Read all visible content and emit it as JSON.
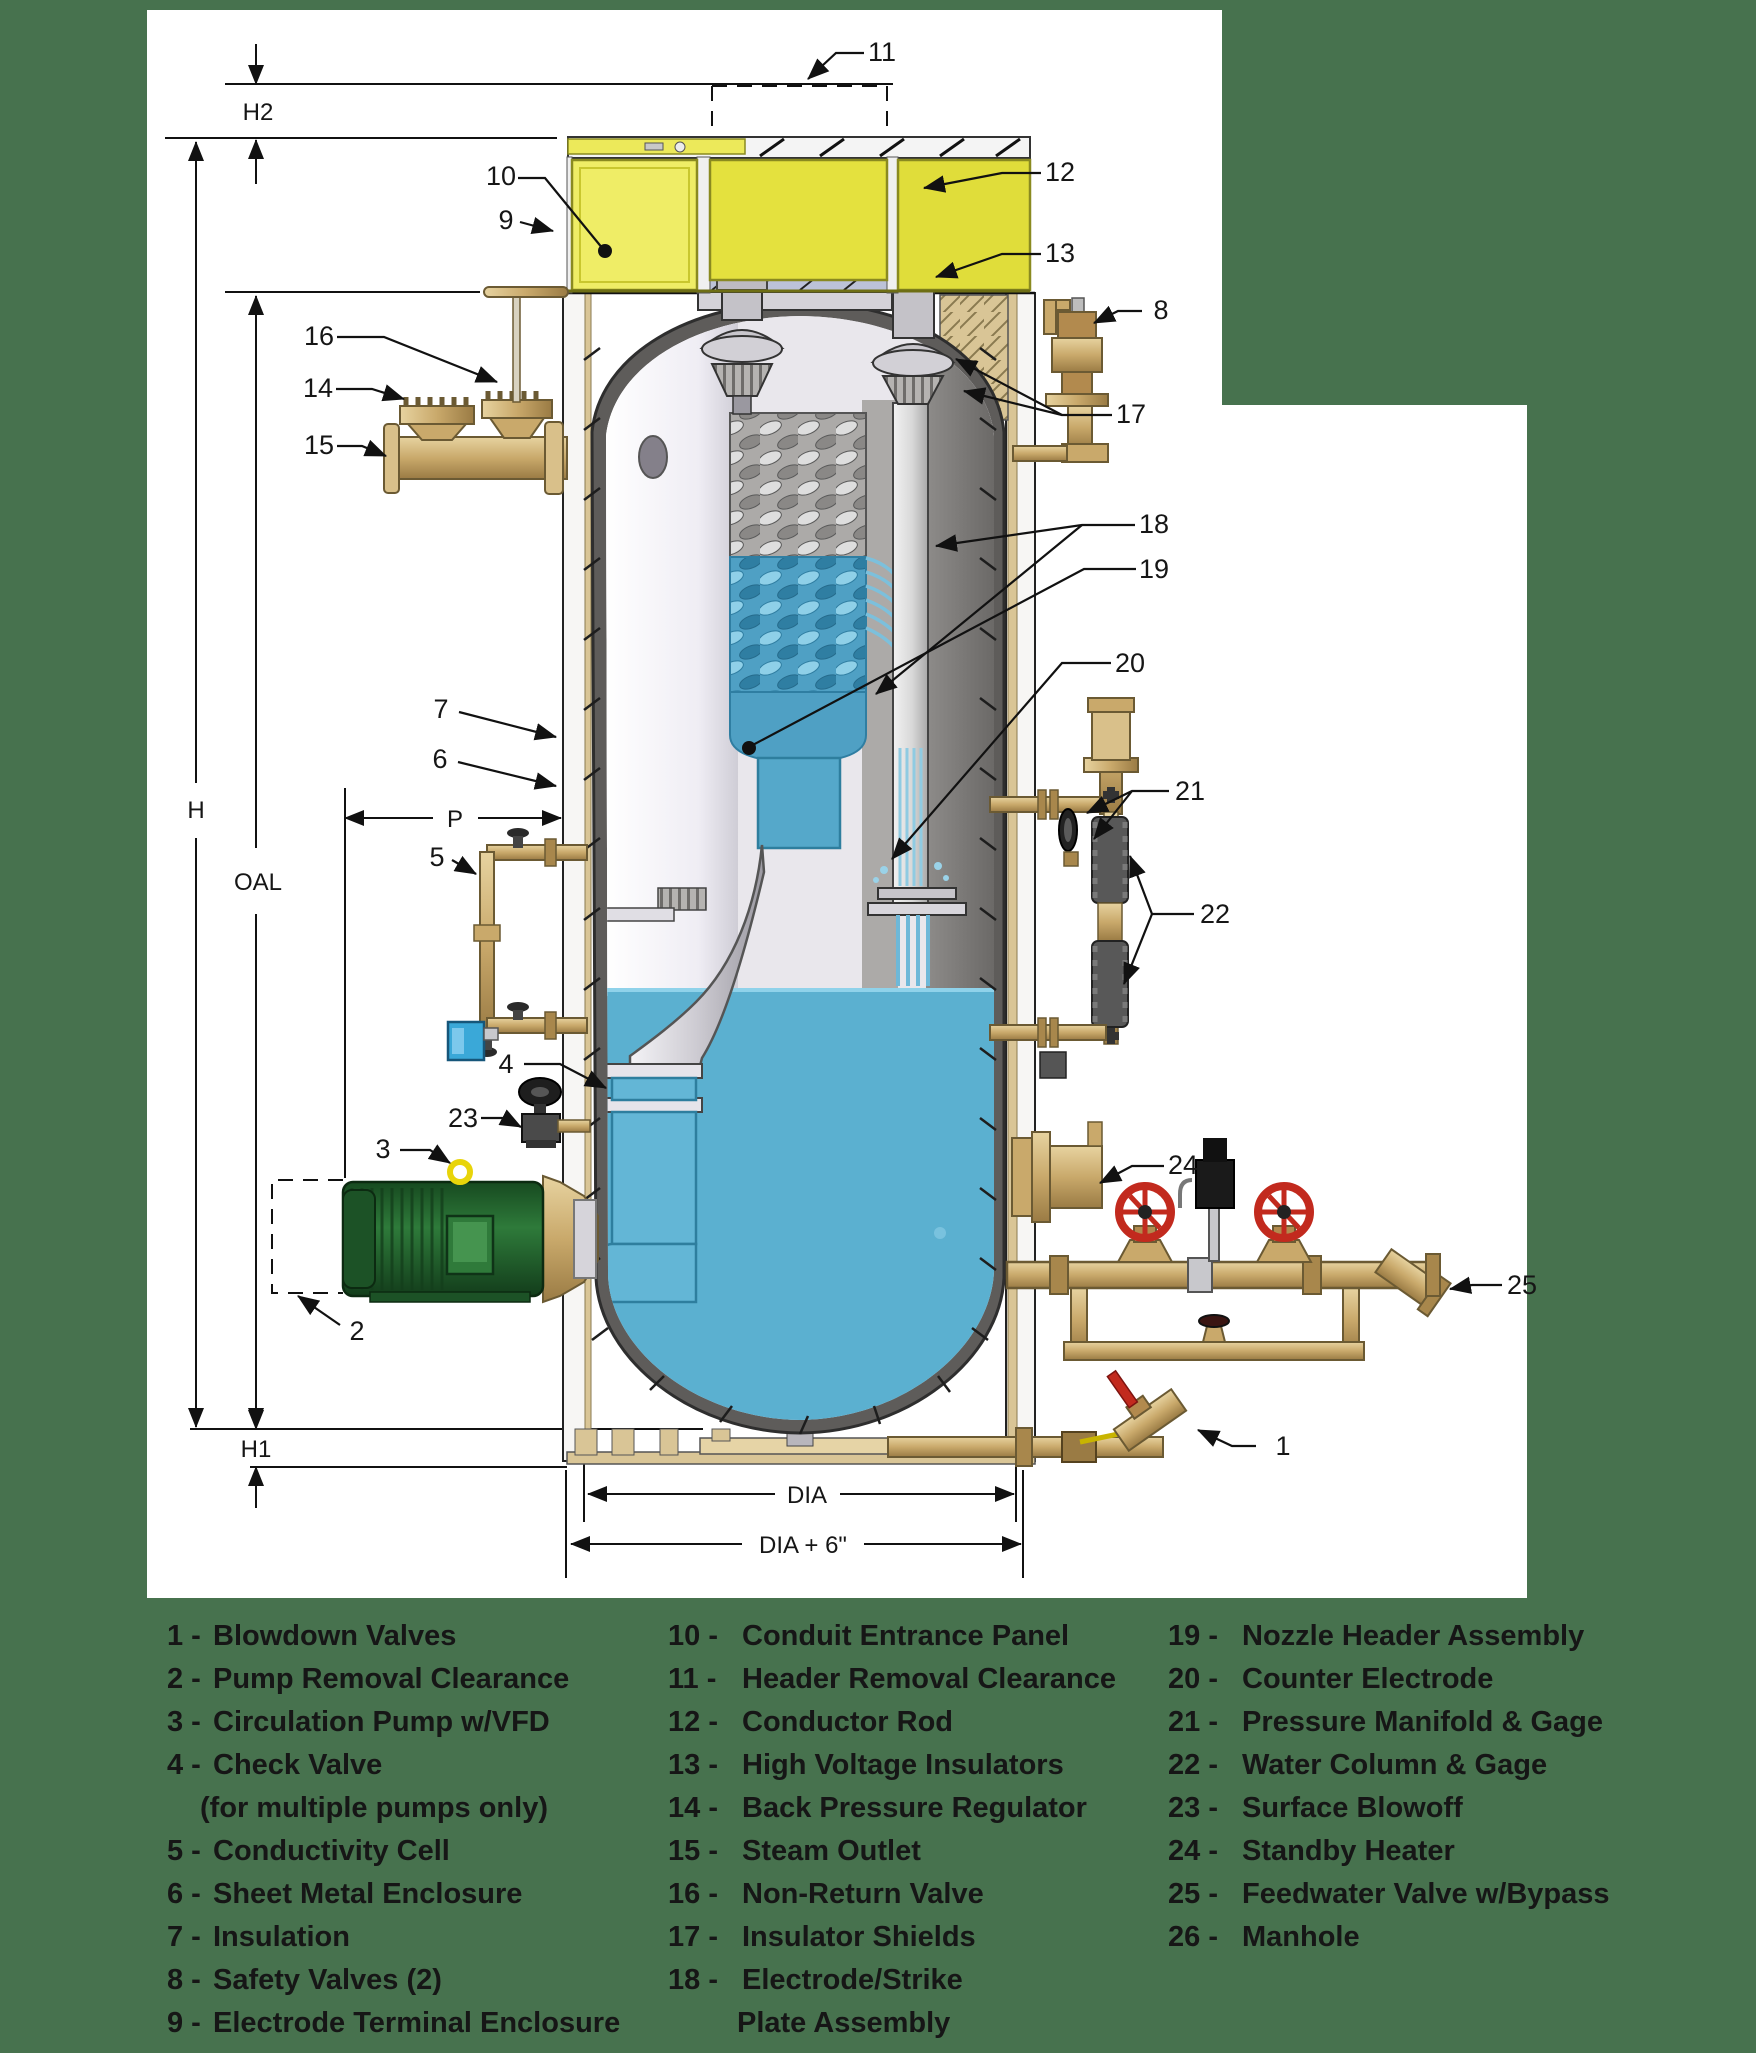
{
  "colors": {
    "background": "#47724E",
    "paper": "#FFFFFF",
    "enclosure_yellow": "#EDEB55",
    "brass": "#C9A96B",
    "water_blue": "#5BB0D0",
    "motor_green": "#2B6E35",
    "valve_red": "#C22A1E"
  },
  "dims": {
    "h2": "H2",
    "h": "H",
    "oal": "OAL",
    "h1": "H1",
    "p": "P",
    "dia": "DIA",
    "dia_plus": "DIA + 6\""
  },
  "callouts": {
    "c1": "1",
    "c2": "2",
    "c3": "3",
    "c4": "4",
    "c5": "5",
    "c6": "6",
    "c7": "7",
    "c8": "8",
    "c9": "9",
    "c10": "10",
    "c11": "11",
    "c12": "12",
    "c13": "13",
    "c14": "14",
    "c15": "15",
    "c16": "16",
    "c17": "17",
    "c18": "18",
    "c19": "19",
    "c20": "20",
    "c21": "21",
    "c22": "22",
    "c23": "23",
    "c24": "24",
    "c25": "25"
  },
  "legend": {
    "col1": [
      {
        "num": "1 -",
        "label": "Blowdown Valves"
      },
      {
        "num": "2 -",
        "label": "Pump Removal Clearance"
      },
      {
        "num": "3 -",
        "label": "Circulation Pump w/VFD"
      },
      {
        "num": "4 -",
        "label": "Check Valve"
      },
      {
        "num": "",
        "label": "(for multiple pumps only)"
      },
      {
        "num": "5 -",
        "label": "Conductivity Cell"
      },
      {
        "num": "6 -",
        "label": "Sheet Metal Enclosure"
      },
      {
        "num": "7 -",
        "label": "Insulation"
      },
      {
        "num": "8 -",
        "label": "Safety Valves (2)"
      },
      {
        "num": "9 -",
        "label": "Electrode Terminal Enclosure"
      }
    ],
    "col2": [
      {
        "num": "10 -",
        "label": "Conduit Entrance Panel"
      },
      {
        "num": "11 -",
        "label": "Header Removal Clearance"
      },
      {
        "num": "12 -",
        "label": "Conductor Rod"
      },
      {
        "num": "13 -",
        "label": "High Voltage Insulators"
      },
      {
        "num": "14 -",
        "label": "Back Pressure Regulator"
      },
      {
        "num": "15 -",
        "label": "Steam Outlet"
      },
      {
        "num": "16 -",
        "label": "Non-Return Valve"
      },
      {
        "num": "17 -",
        "label": "Insulator Shields"
      },
      {
        "num": "18 -",
        "label": "Electrode/Strike"
      },
      {
        "num": "",
        "label": "Plate Assembly"
      }
    ],
    "col3": [
      {
        "num": "19 -",
        "label": "Nozzle Header Assembly"
      },
      {
        "num": "20 -",
        "label": "Counter Electrode"
      },
      {
        "num": "21 -",
        "label": "Pressure Manifold & Gage"
      },
      {
        "num": "22 -",
        "label": "Water Column & Gage"
      },
      {
        "num": "23 -",
        "label": "Surface Blowoff"
      },
      {
        "num": "24 -",
        "label": "Standby Heater"
      },
      {
        "num": "25 -",
        "label": "Feedwater Valve w/Bypass"
      },
      {
        "num": "26 -",
        "label": "Manhole"
      }
    ]
  }
}
